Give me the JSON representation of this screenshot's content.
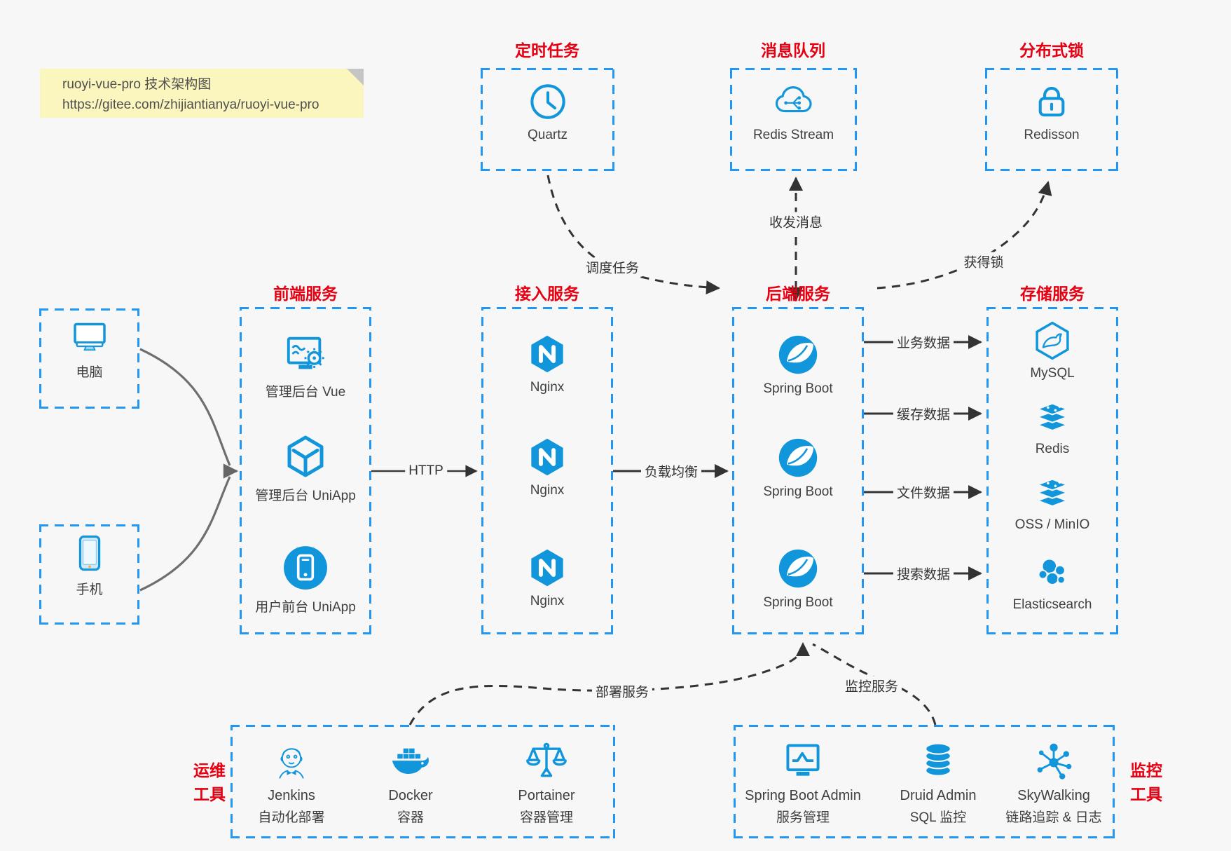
{
  "note": {
    "title": "ruoyi-vue-pro 技术架构图",
    "url": "https://gitee.com/zhijiantianya/ruoyi-vue-pro"
  },
  "colors": {
    "box_border_blue": "#2196f3",
    "icon_blue": "#1296db",
    "title_red": "#e60012",
    "canvas_background": "#f7f7f7",
    "note_background": "#fbf6bd"
  },
  "top_services": [
    {
      "title": "定时任务",
      "name": "Quartz",
      "icon": "clock-icon"
    },
    {
      "title": "消息队列",
      "name": "Redis Stream",
      "icon": "cloud-stream-icon"
    },
    {
      "title": "分布式锁",
      "name": "Redisson",
      "icon": "lock-icon"
    }
  ],
  "clients": [
    {
      "label": "电脑",
      "icon": "desktop-icon"
    },
    {
      "label": "手机",
      "icon": "mobile-icon"
    }
  ],
  "columns": [
    {
      "title": "前端服务",
      "items": [
        {
          "label": "管理后台 Vue",
          "icon": "admin-vue-icon"
        },
        {
          "label": "管理后台 UniApp",
          "icon": "uniapp-cube-icon"
        },
        {
          "label": "用户前台 UniApp",
          "icon": "user-app-icon"
        }
      ]
    },
    {
      "title": "接入服务",
      "items": [
        {
          "label": "Nginx",
          "icon": "nginx-icon"
        },
        {
          "label": "Nginx",
          "icon": "nginx-icon"
        },
        {
          "label": "Nginx",
          "icon": "nginx-icon"
        }
      ]
    },
    {
      "title": "后端服务",
      "items": [
        {
          "label": "Spring Boot",
          "icon": "spring-icon"
        },
        {
          "label": "Spring Boot",
          "icon": "spring-icon"
        },
        {
          "label": "Spring Boot",
          "icon": "spring-icon"
        }
      ]
    },
    {
      "title": "存储服务",
      "items": [
        {
          "label": "MySQL",
          "icon": "mysql-icon"
        },
        {
          "label": "Redis",
          "icon": "redis-stack-icon"
        },
        {
          "label": "OSS / MinIO",
          "icon": "redis-stack-icon"
        },
        {
          "label": "Elasticsearch",
          "icon": "elasticsearch-icon"
        }
      ]
    }
  ],
  "edges": {
    "http": "HTTP",
    "load_balance": "负载均衡",
    "schedule": "调度任务",
    "send_receive": "收发消息",
    "acquire_lock": "获得锁",
    "business_data": "业务数据",
    "cache_data": "缓存数据",
    "file_data": "文件数据",
    "search_data": "搜索数据",
    "deploy": "部署服务",
    "monitor": "监控服务"
  },
  "ops_tools": {
    "side_label_line1": "运维",
    "side_label_line2": "工具",
    "items": [
      {
        "name": "Jenkins",
        "desc": "自动化部署",
        "icon": "jenkins-icon"
      },
      {
        "name": "Docker",
        "desc": "容器",
        "icon": "docker-icon"
      },
      {
        "name": "Portainer",
        "desc": "容器管理",
        "icon": "portainer-icon"
      }
    ]
  },
  "monitor_tools": {
    "side_label_line1": "监控",
    "side_label_line2": "工具",
    "items": [
      {
        "name": "Spring Boot Admin",
        "desc": "服务管理",
        "icon": "monitor-pulse-icon"
      },
      {
        "name": "Druid Admin",
        "desc": "SQL 监控",
        "icon": "database-icon"
      },
      {
        "name": "SkyWalking",
        "desc": "链路追踪 & 日志",
        "icon": "topology-icon"
      }
    ]
  }
}
